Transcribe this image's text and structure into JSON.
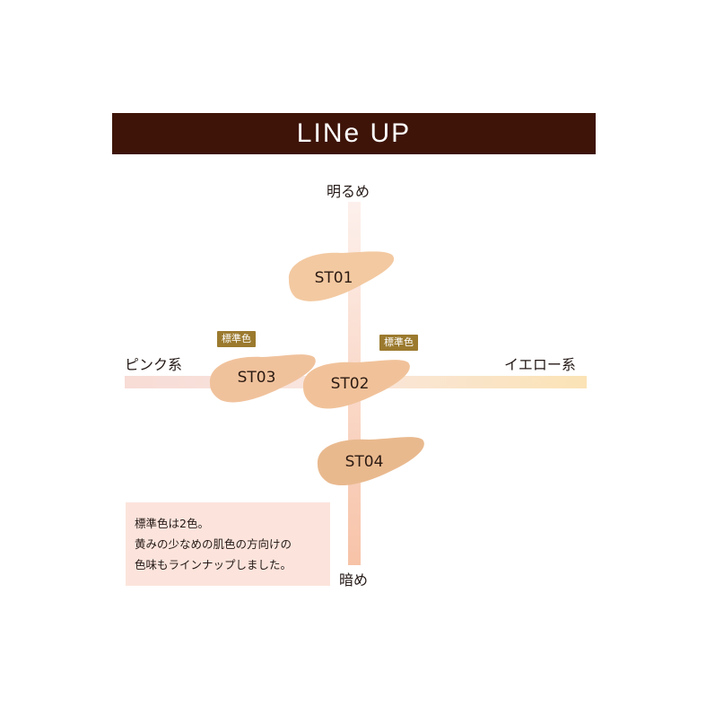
{
  "header": {
    "title": "LINe UP"
  },
  "axes": {
    "top_label": "明るめ",
    "bottom_label": "暗め",
    "left_label": "ピンク系",
    "right_label": "イエロー系"
  },
  "shades": [
    {
      "label": "ST01",
      "color": "#f3c9a1"
    },
    {
      "label": "ST02",
      "color": "#f1c29a"
    },
    {
      "label": "ST03",
      "color": "#f0c29c"
    },
    {
      "label": "ST04",
      "color": "#e9b98e"
    }
  ],
  "badges": [
    {
      "label": "標準色"
    },
    {
      "label": "標準色"
    }
  ],
  "note": {
    "lines": [
      "標準色は2色。",
      "黄みの少なめの肌色の方向けの",
      "色味もラインナップしました。"
    ]
  },
  "colors": {
    "banner": "#3e1408",
    "badge": "#9b7a2e",
    "note_bg": "#fce4dc",
    "axis_pink": "#f6d5cc",
    "axis_yellow": "#fbe3b8"
  }
}
